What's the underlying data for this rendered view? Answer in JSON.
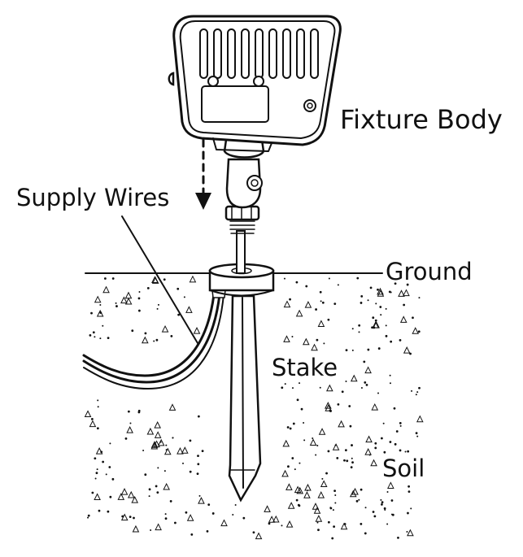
{
  "labels": {
    "fixture_body": "Fixture Body",
    "supply_wires": "Supply Wires",
    "ground": "Ground",
    "stake": "Stake",
    "soil": "Soil"
  },
  "colors": {
    "ink": "#111111",
    "background": "#ffffff"
  }
}
